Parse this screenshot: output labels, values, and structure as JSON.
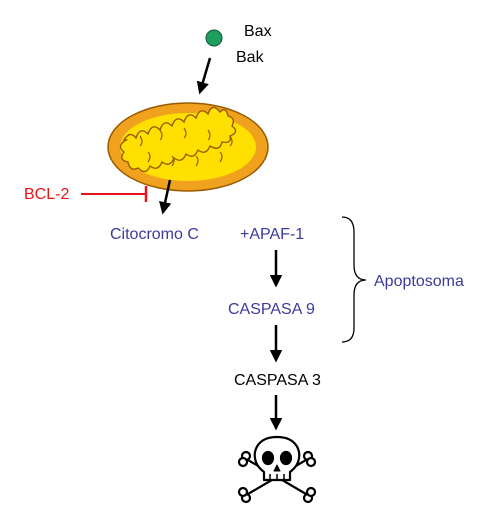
{
  "labels": {
    "bax": "Bax",
    "bak": "Bak",
    "bcl2": "BCL-2",
    "citocromo": "Citocromo C",
    "apaf": "+APAF-1",
    "caspasa9": "CASPASA 9",
    "apoptosoma": "Apoptosoma",
    "caspasa3": "CASPASA 3"
  },
  "colors": {
    "black": "#000000",
    "inhibitor_red": "#e8141a",
    "pathway_blue": "#3b3b9e",
    "bead_green": "#1e9e5e",
    "mito_outer": "#f0a21e",
    "mito_inner": "#ffe000",
    "mito_stroke": "#9a5a00"
  },
  "icons": {
    "protein": "green-circle-icon",
    "mitochondrion": "mitochondrion-icon",
    "death": "skull-crossbones-icon"
  }
}
